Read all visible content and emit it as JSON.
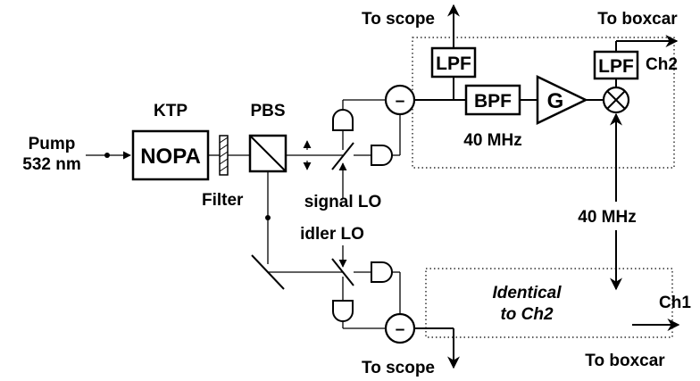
{
  "labels": {
    "pump_line1": "Pump",
    "pump_line2": "532 nm",
    "ktp": "KTP",
    "nopa": "NOPA",
    "pbs": "PBS",
    "filter": "Filter",
    "signal_lo": "signal LO",
    "idler_lo": "idler LO",
    "minus": "–",
    "lpf": "LPF",
    "bpf": "BPF",
    "gain": "G",
    "freq_bpf": "40 MHz",
    "freq_ref": "40 MHz",
    "to_scope_top": "To scope",
    "to_boxcar_top": "To boxcar",
    "ch2": "Ch2",
    "identical_line1": "Identical",
    "identical_line2": "to Ch2",
    "ch1": "Ch1",
    "to_scope_bottom": "To scope",
    "to_boxcar_bottom": "To boxcar"
  }
}
